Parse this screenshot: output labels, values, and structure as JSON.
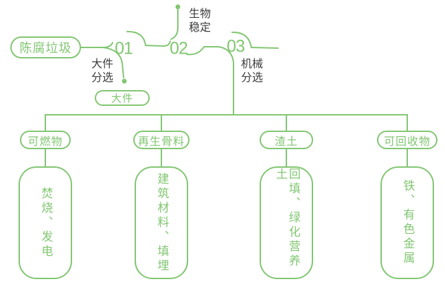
{
  "palette": {
    "line_green": "#82c672",
    "label_dark": "#3c3c3c",
    "background": "#ffffff"
  },
  "flow": {
    "source": "陈腐垃圾",
    "steps": [
      {
        "number": "01",
        "process": "大件\n分选",
        "output": "大件"
      },
      {
        "number": "02",
        "process": "生物\n稳定"
      },
      {
        "number": "03",
        "process": "机械\n分选"
      }
    ],
    "branches": [
      {
        "category": "可燃物",
        "destination": "焚烧、发电"
      },
      {
        "category": "再生骨料",
        "destination": "建筑材料、填埋"
      },
      {
        "category": "渣土",
        "destination": "回填、绿化营养土"
      },
      {
        "category": "可回收物",
        "destination": "铁、有色金属"
      }
    ]
  }
}
